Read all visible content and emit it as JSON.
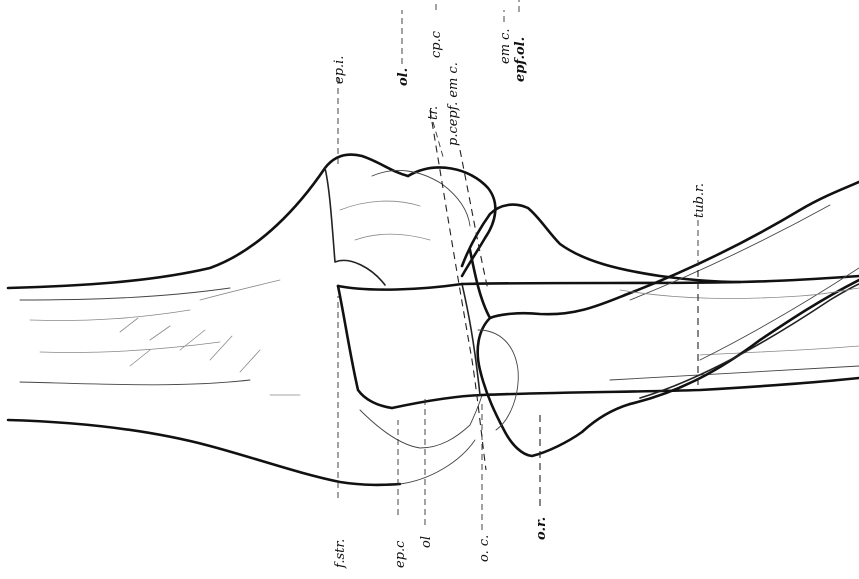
{
  "labels": {
    "ol_top": "ol.",
    "cp_c": "cp.c",
    "p_cepf_em_c": "p.cepf. em c.",
    "em_c": "em c.",
    "epf_ol": "epf.ol.",
    "tr": "tr.",
    "ep_i": "ep.i.",
    "tub_r": "tub.r.",
    "f_str": "f.str.",
    "ep_c": "ep.c",
    "ol_bottom": "ol",
    "o_c": "o. c.",
    "o_r": "o.r."
  }
}
